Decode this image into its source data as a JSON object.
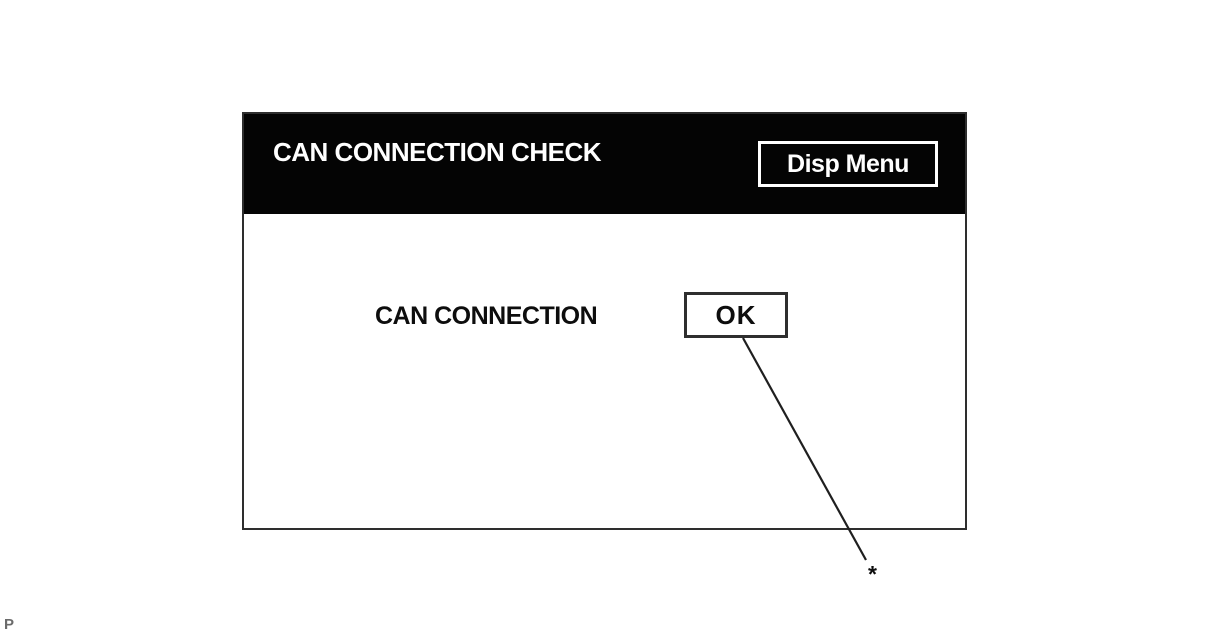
{
  "screen": {
    "header": {
      "title": "CAN CONNECTION CHECK",
      "disp_menu_button": "Disp Menu"
    },
    "body": {
      "item_label": "CAN CONNECTION",
      "item_status": "OK"
    }
  },
  "figure": {
    "footnote_marker": "*",
    "page_marker": "P"
  },
  "colors": {
    "header_bg": "#040404",
    "header_text": "#ffffff",
    "panel_border": "#2e2e2e",
    "body_text": "#0d0d0d",
    "page_marker_color": "#6b6b6b",
    "line_color": "#1f1f1f"
  }
}
